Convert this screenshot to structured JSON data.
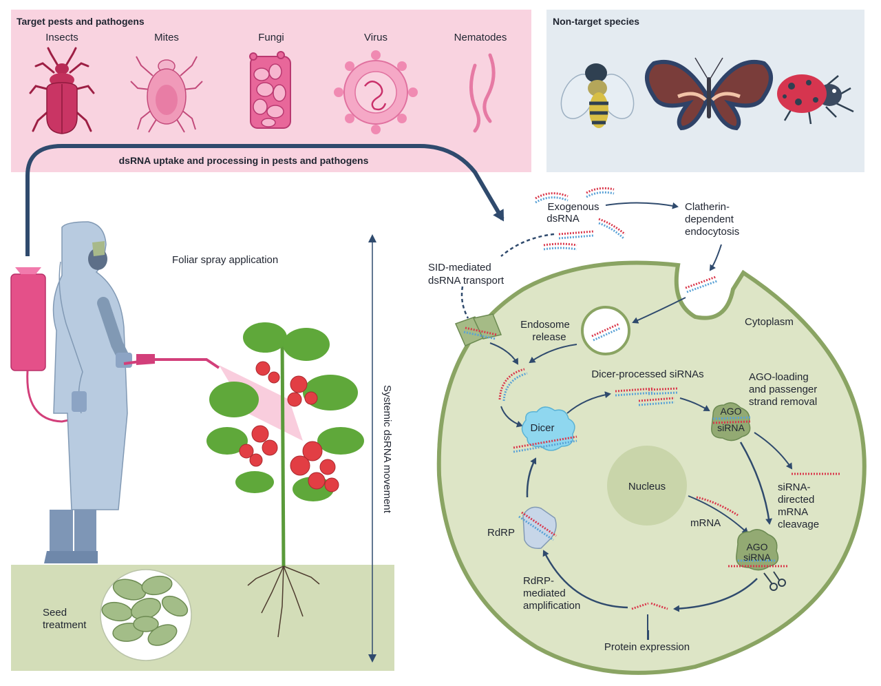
{
  "target_panel": {
    "title": "Target pests and pathogens",
    "organisms": [
      {
        "label": "Insects"
      },
      {
        "label": "Mites"
      },
      {
        "label": "Fungi"
      },
      {
        "label": "Virus"
      },
      {
        "label": "Nematodes"
      }
    ],
    "uptake_label": "dsRNA uptake and processing in pests and pathogens"
  },
  "nontarget_panel": {
    "title": "Non-target species"
  },
  "application": {
    "foliar_label": "Foliar spray application",
    "systemic_label": "Systemic dsRNA movement",
    "seed_label_line1": "Seed",
    "seed_label_line2": "treatment"
  },
  "cell": {
    "exogenous_line1": "Exogenous",
    "exogenous_line2": "dsRNA",
    "clatherin_line1": "Clatherin-",
    "clatherin_line2": "dependent",
    "clatherin_line3": "endocytosis",
    "sid_line1": "SID-mediated",
    "sid_line2": "dsRNA transport",
    "endosome_line1": "Endosome",
    "endosome_line2": "release",
    "cytoplasm": "Cytoplasm",
    "dicer_processed": "Dicer-processed siRNAs",
    "ago_loading_line1": "AGO-loading",
    "ago_loading_line2": "and passenger",
    "ago_loading_line3": "strand removal",
    "dicer": "Dicer",
    "ago": "AGO",
    "sirna": "siRNA",
    "nucleus": "Nucleus",
    "mrna": "mRNA",
    "cleavage_line1": "siRNA-",
    "cleavage_line2": "directed",
    "cleavage_line3": "mRNA",
    "cleavage_line4": "cleavage",
    "rdrp": "RdRP",
    "rdrp_amp_line1": "RdRP-",
    "rdrp_amp_line2": "mediated",
    "rdrp_amp_line3": "amplification",
    "protein_expression": "Protein expression"
  },
  "colors": {
    "pink_panel": "#f9d3e0",
    "blue_panel": "#e4ebf1",
    "soil": "#d3ddb8",
    "cell_fill": "#dde5c6",
    "cell_border": "#8aa463",
    "arrow": "#2f4a6d",
    "magenta": "#c9306a",
    "dsRNA_red": "#d9374b",
    "dsRNA_blue": "#5aa2d6"
  }
}
